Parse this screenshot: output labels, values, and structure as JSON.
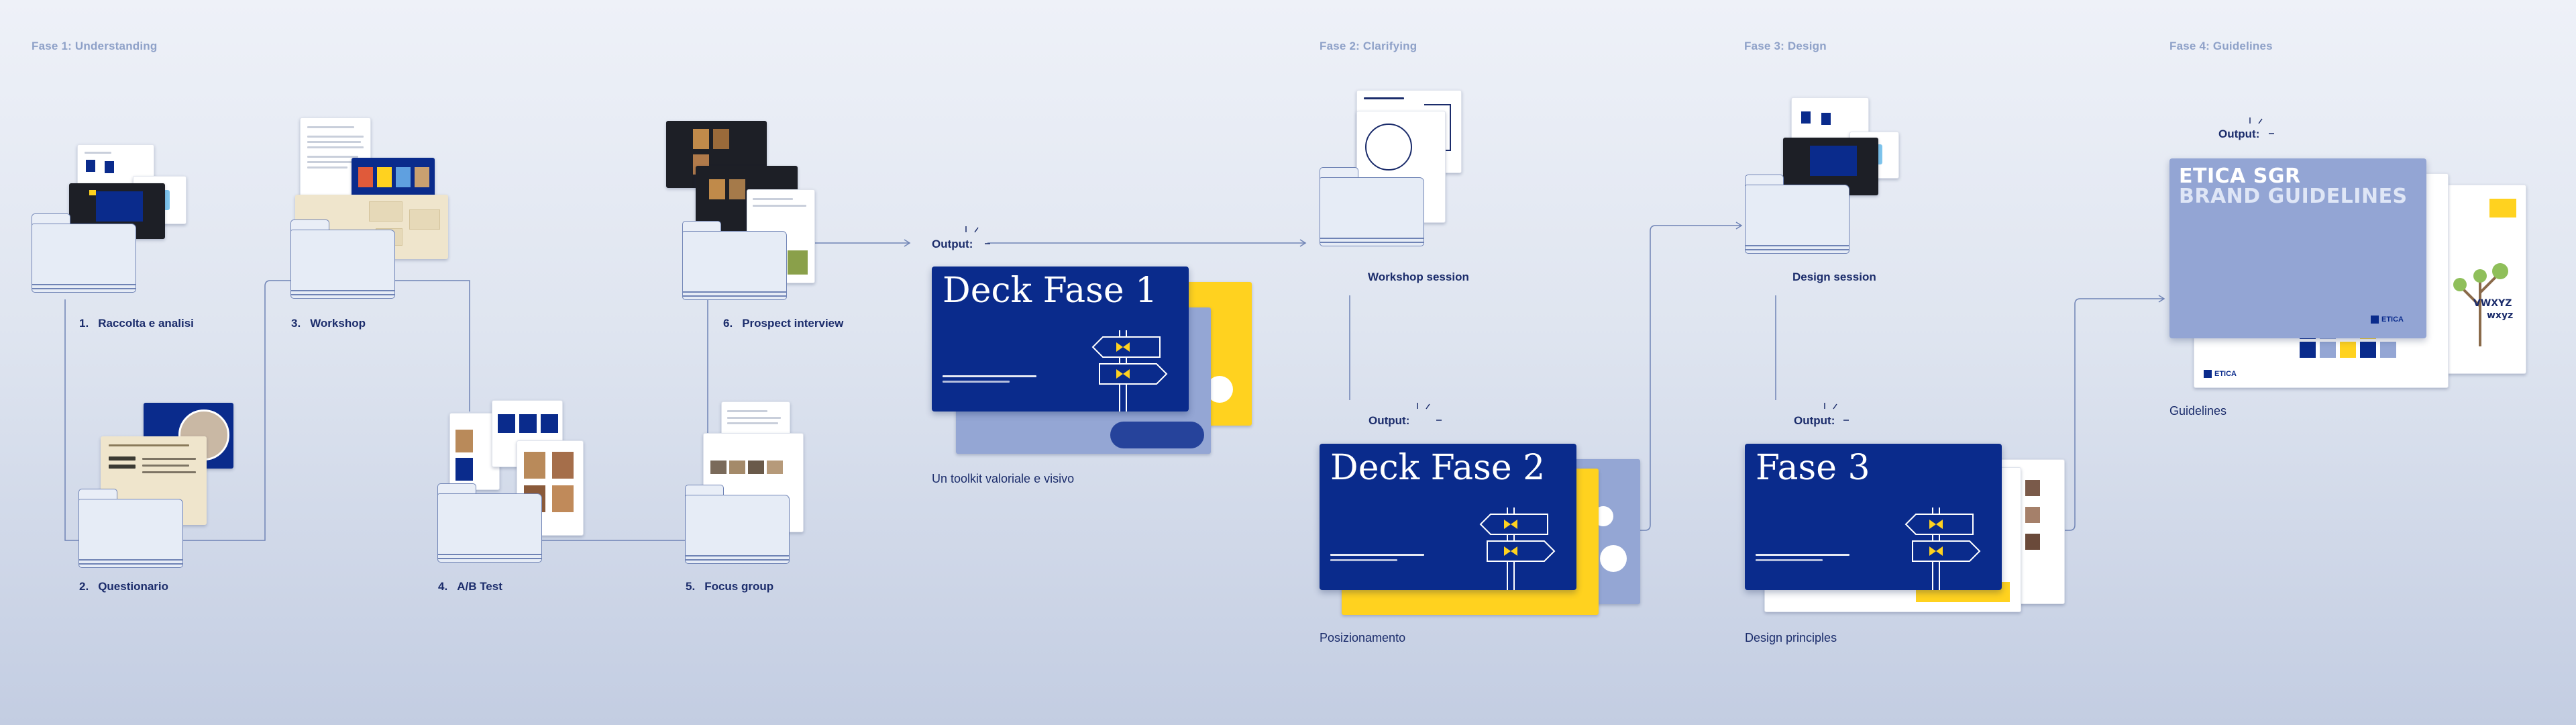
{
  "phases": [
    {
      "label": "Fase 1: Understanding"
    },
    {
      "label": "Fase 2: Clarifying"
    },
    {
      "label": "Fase 3: Design"
    },
    {
      "label": "Fase 4: Guidelines"
    }
  ],
  "steps": [
    {
      "num": "1.",
      "label": "Raccolta e analisi"
    },
    {
      "num": "2.",
      "label": "Questionario"
    },
    {
      "num": "3.",
      "label": "Workshop"
    },
    {
      "num": "4.",
      "label": "A/B Test"
    },
    {
      "num": "5.",
      "label": "Focus group"
    },
    {
      "num": "6.",
      "label": "Prospect interview"
    }
  ],
  "sessions": {
    "workshop": "Workshop session",
    "design": "Design session"
  },
  "output_label": "Output:",
  "outputs": {
    "deck1_title": "Deck Fase 1",
    "deck1_caption": "Un toolkit valoriale e visivo",
    "deck2_title": "Deck Fase 2",
    "deck2_caption": "Posizionamento",
    "deck3_title": "Fase 3",
    "deck3_caption": "Design principles",
    "guidelines_title_1": "ETICA SGR",
    "guidelines_title_2": "BRAND GUIDELINES",
    "guidelines_caption": "Guidelines",
    "logo_text": "ETICA"
  },
  "colors": {
    "navy": "#0a2b8c",
    "yellow": "#ffd21f",
    "periwinkle": "#94a6d4",
    "line": "#6f83b5",
    "phase_label": "#8ea1c8"
  }
}
